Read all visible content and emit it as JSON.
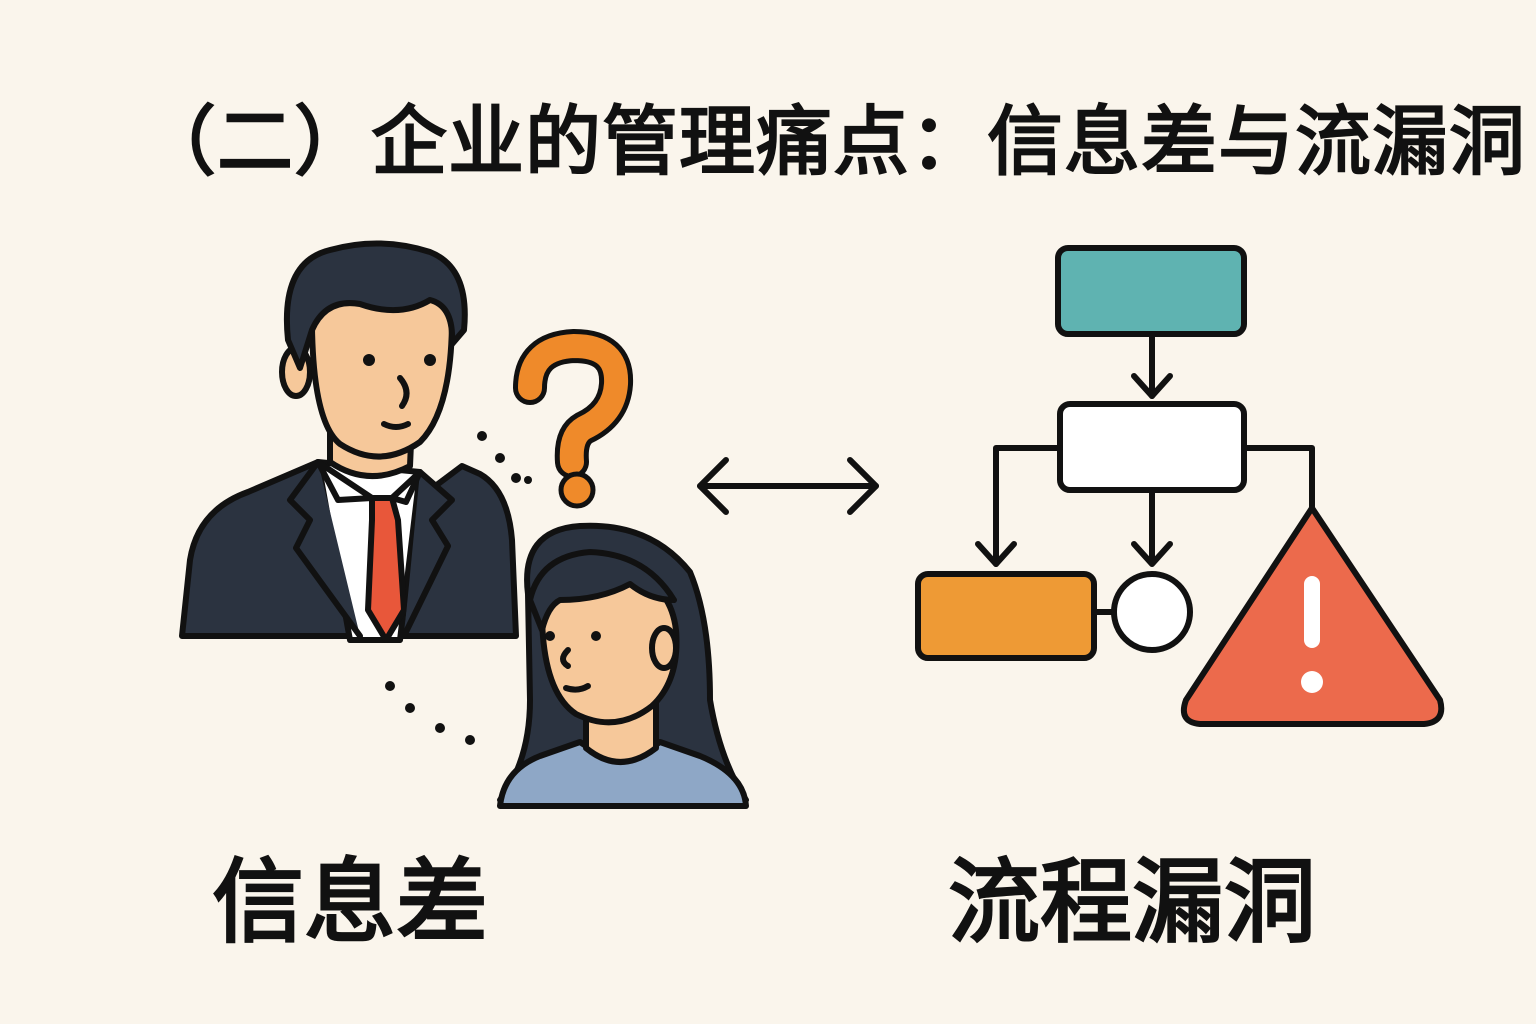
{
  "title": "（二）企业的管理痛点：信息差与流漏洞",
  "captions": {
    "left": "信息差",
    "right": "流程漏洞"
  },
  "illustration": {
    "left_icons": [
      "businessman-icon",
      "question-mark-icon",
      "woman-icon"
    ],
    "center_icon": "double-arrow-icon",
    "right_icons": [
      "flowchart-icon",
      "warning-triangle-icon"
    ]
  },
  "colors": {
    "background": "#faf5ec",
    "suit": "#2b3340",
    "skin": "#f6c89a",
    "tie": "#e8573a",
    "question": "#ef8a2a",
    "shirt_woman": "#8ea7c6",
    "teal_box": "#5fb3b1",
    "orange_box": "#ee9a35",
    "warning": "#ec6a4c"
  }
}
